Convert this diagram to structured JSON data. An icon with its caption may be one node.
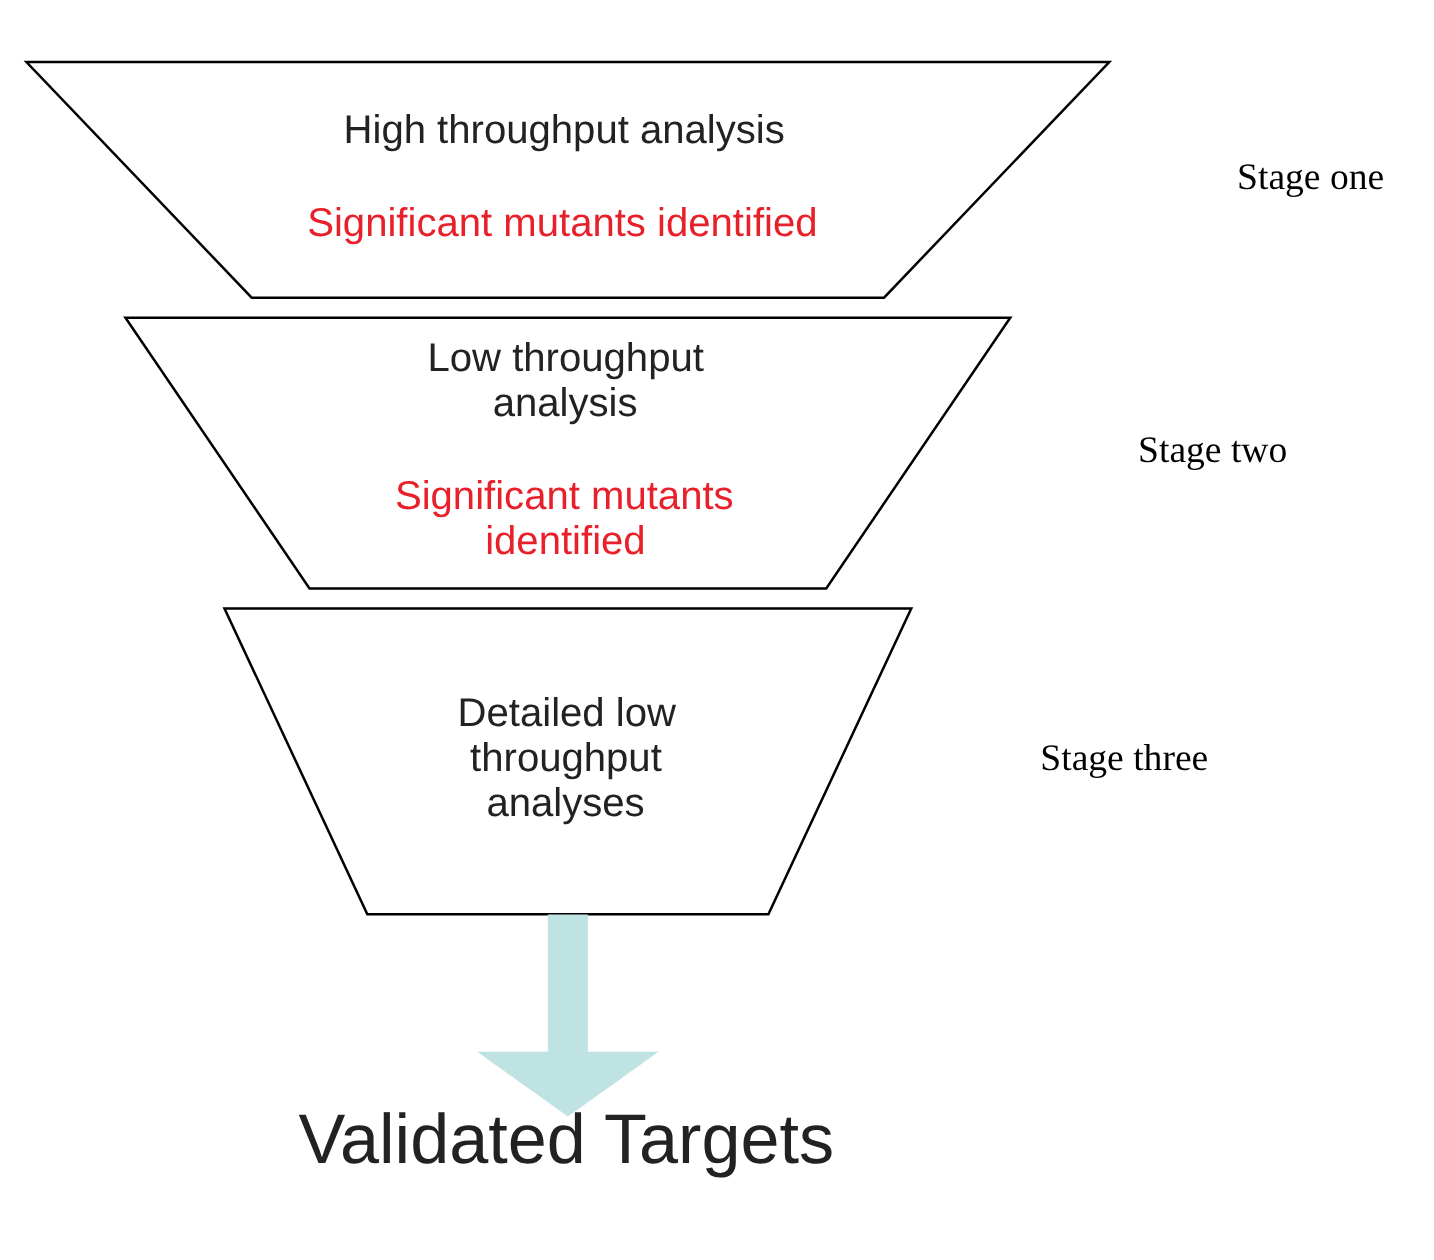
{
  "diagram": {
    "nodes": [
      {
        "text": [
          "High throughput analysis",
          "Significant mutants identified"
        ],
        "beside": [
          "Stage one"
        ]
      },
      {
        "text": [
          "Low throughput analysis",
          "Significant mutants identified"
        ],
        "beside": [
          "Stage two"
        ]
      },
      {
        "text": [
          "Detailed low throughput analyses"
        ],
        "beside": [
          "Stage three"
        ]
      },
      {
        "text": [
          "Validated Targets"
        ]
      }
    ],
    "edges": [
      {
        "from": 2,
        "to": 3,
        "arrow": "to",
        "color": "#bfe2e2"
      }
    ]
  }
}
